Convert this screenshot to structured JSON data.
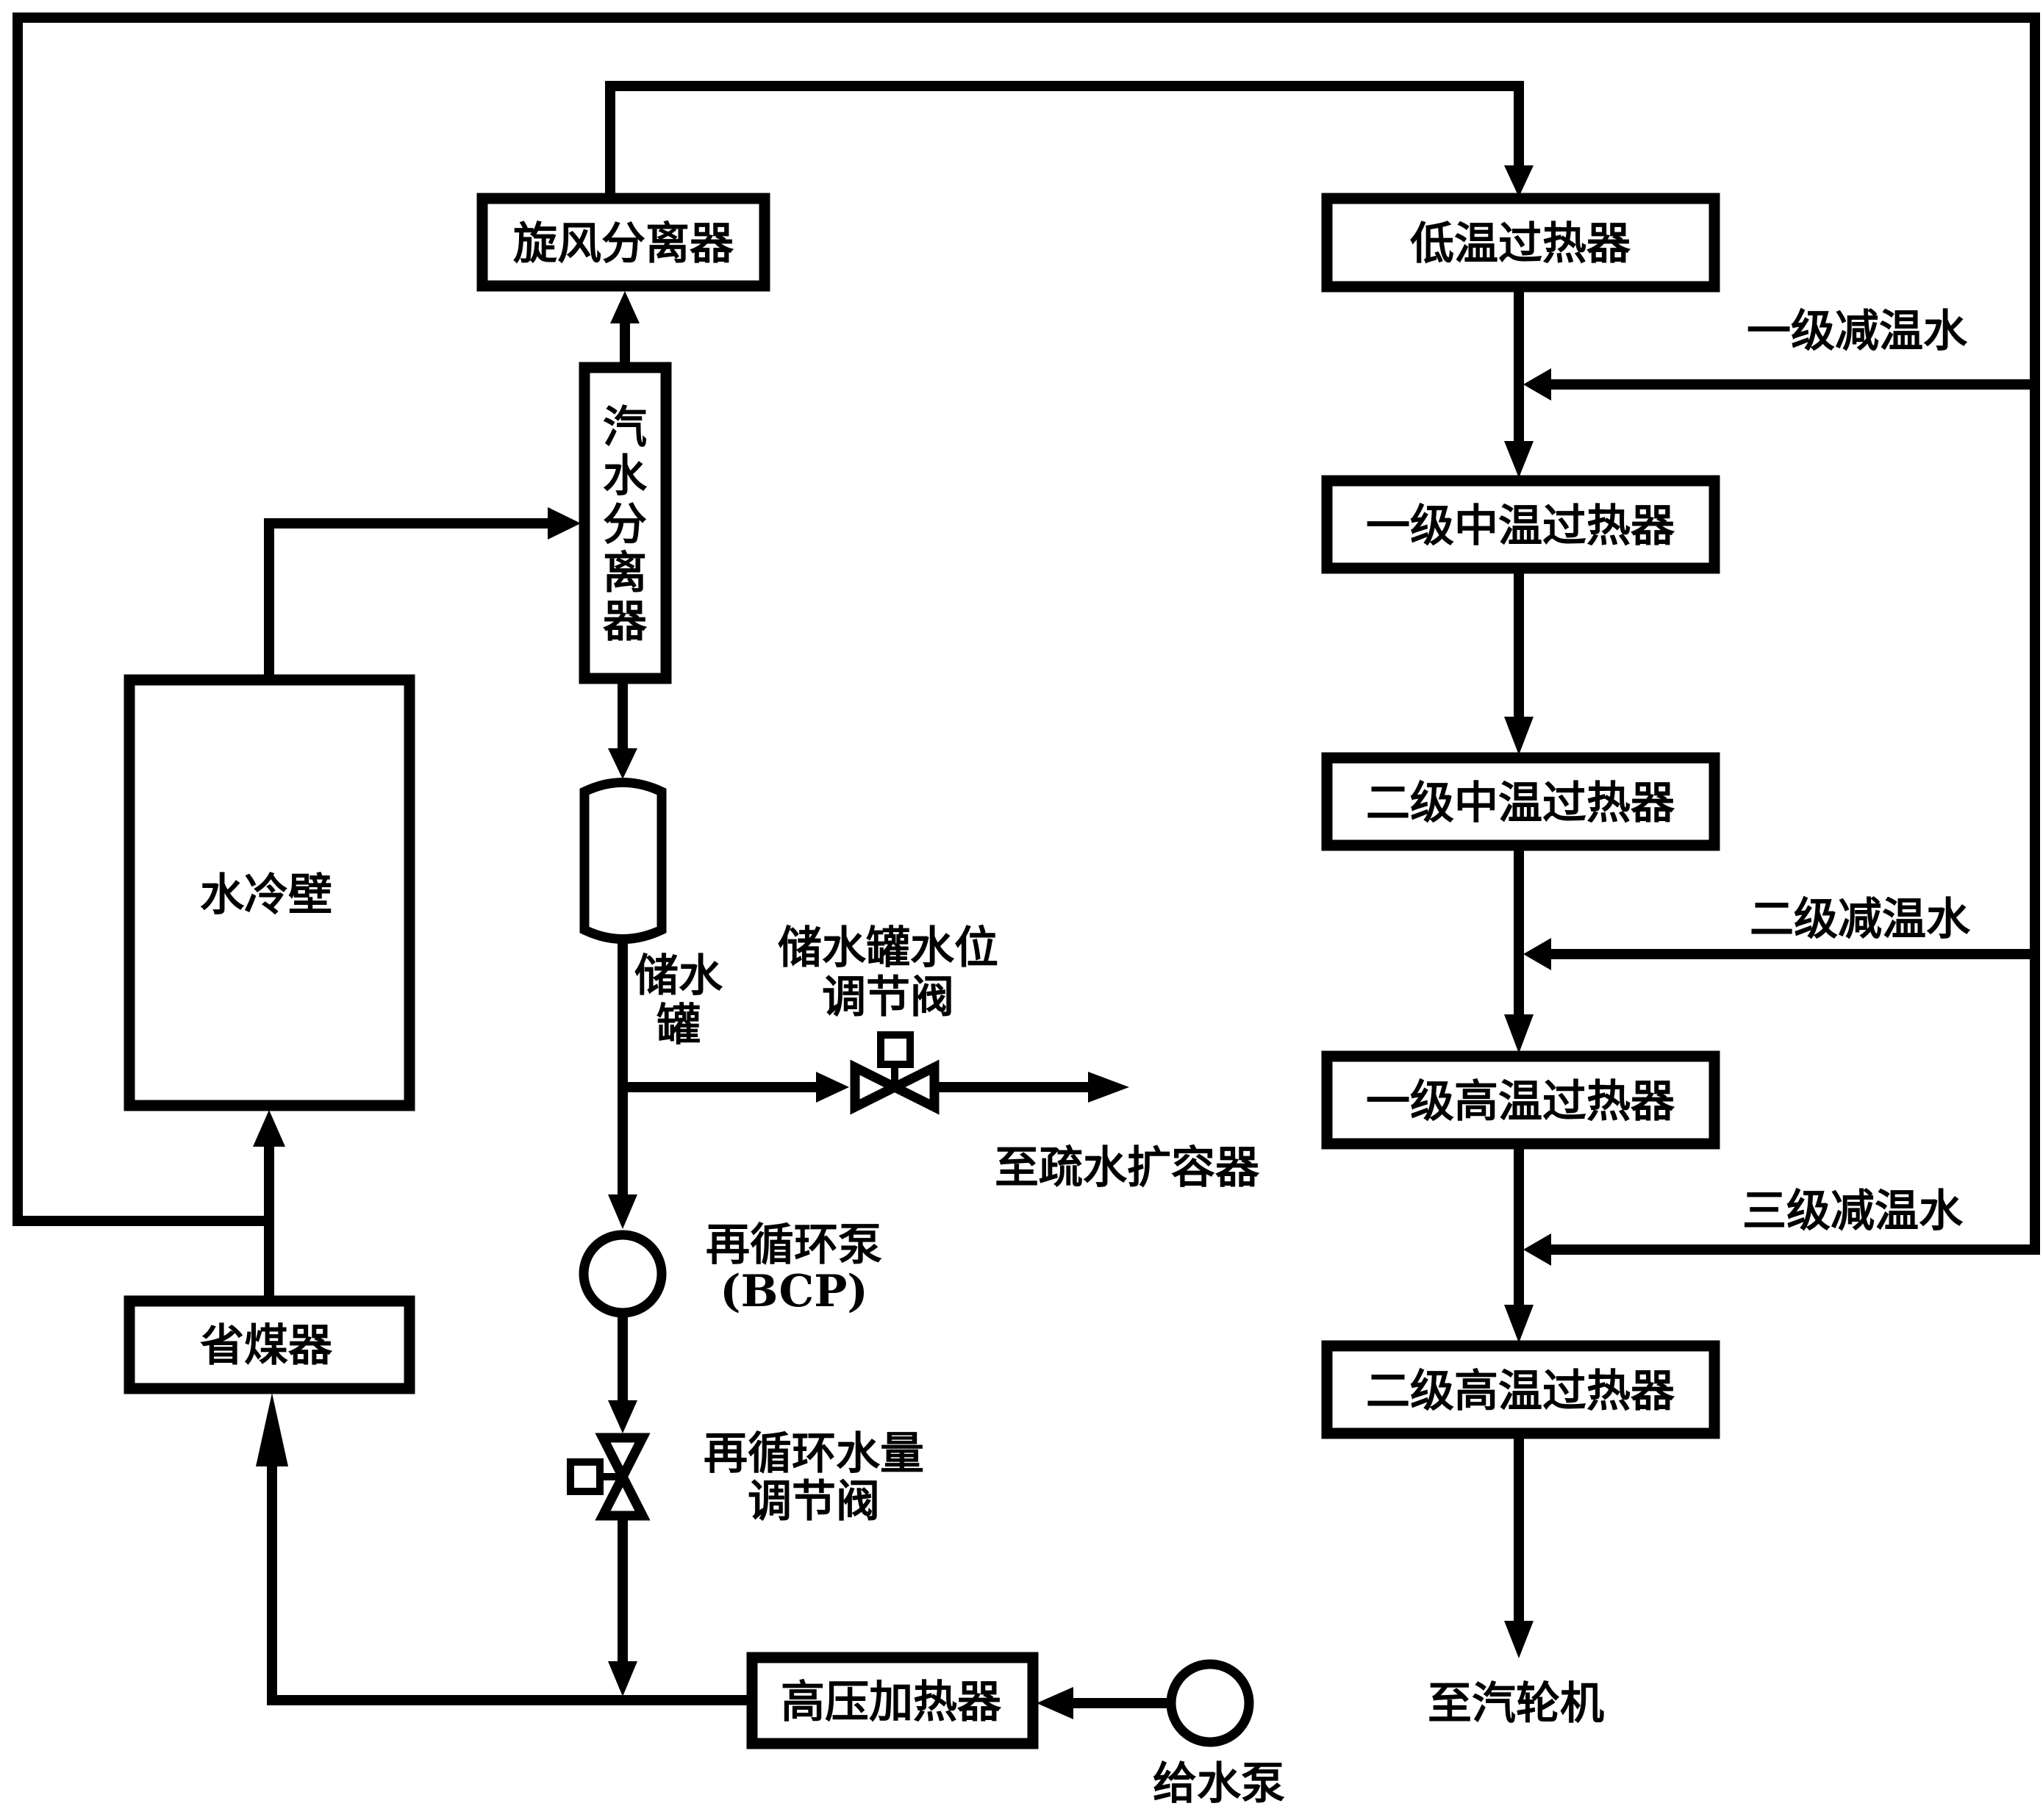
{
  "diagram": {
    "title": "Once-through boiler water-steam circuit",
    "colors": {
      "line": "#000000",
      "background": "#ffffff"
    },
    "components": {
      "cyclone_separator": "旋风分离器",
      "steam_water_separator": [
        "汽",
        "水",
        "分",
        "离",
        "器"
      ],
      "water_wall": "水冷壁",
      "economizer": "省煤器",
      "storage_tank_label": [
        "储水",
        "罐"
      ],
      "tank_level_valve_label": [
        "储水罐水位",
        "调节阀"
      ],
      "to_drain_flash_tank": "至疏水扩容器",
      "recirculation_pump_label": [
        "再循环泵",
        "(BCP)"
      ],
      "recirculation_valve_label": [
        "再循环水量",
        "调节阀"
      ],
      "hp_heater": "高压加热器",
      "feedwater_pump_label": "给水泵",
      "low_temp_sh": "低温过热器",
      "first_desuperheat": "一级减温水",
      "first_mid_temp_sh": "一级中温过热器",
      "second_mid_temp_sh": "二级中温过热器",
      "second_desuperheat": "二级减温水",
      "first_high_temp_sh": "一级高温过热器",
      "third_desuperheat": "三级减温水",
      "second_high_temp_sh": "二级高温过热器",
      "to_turbine": "至汽轮机"
    }
  }
}
